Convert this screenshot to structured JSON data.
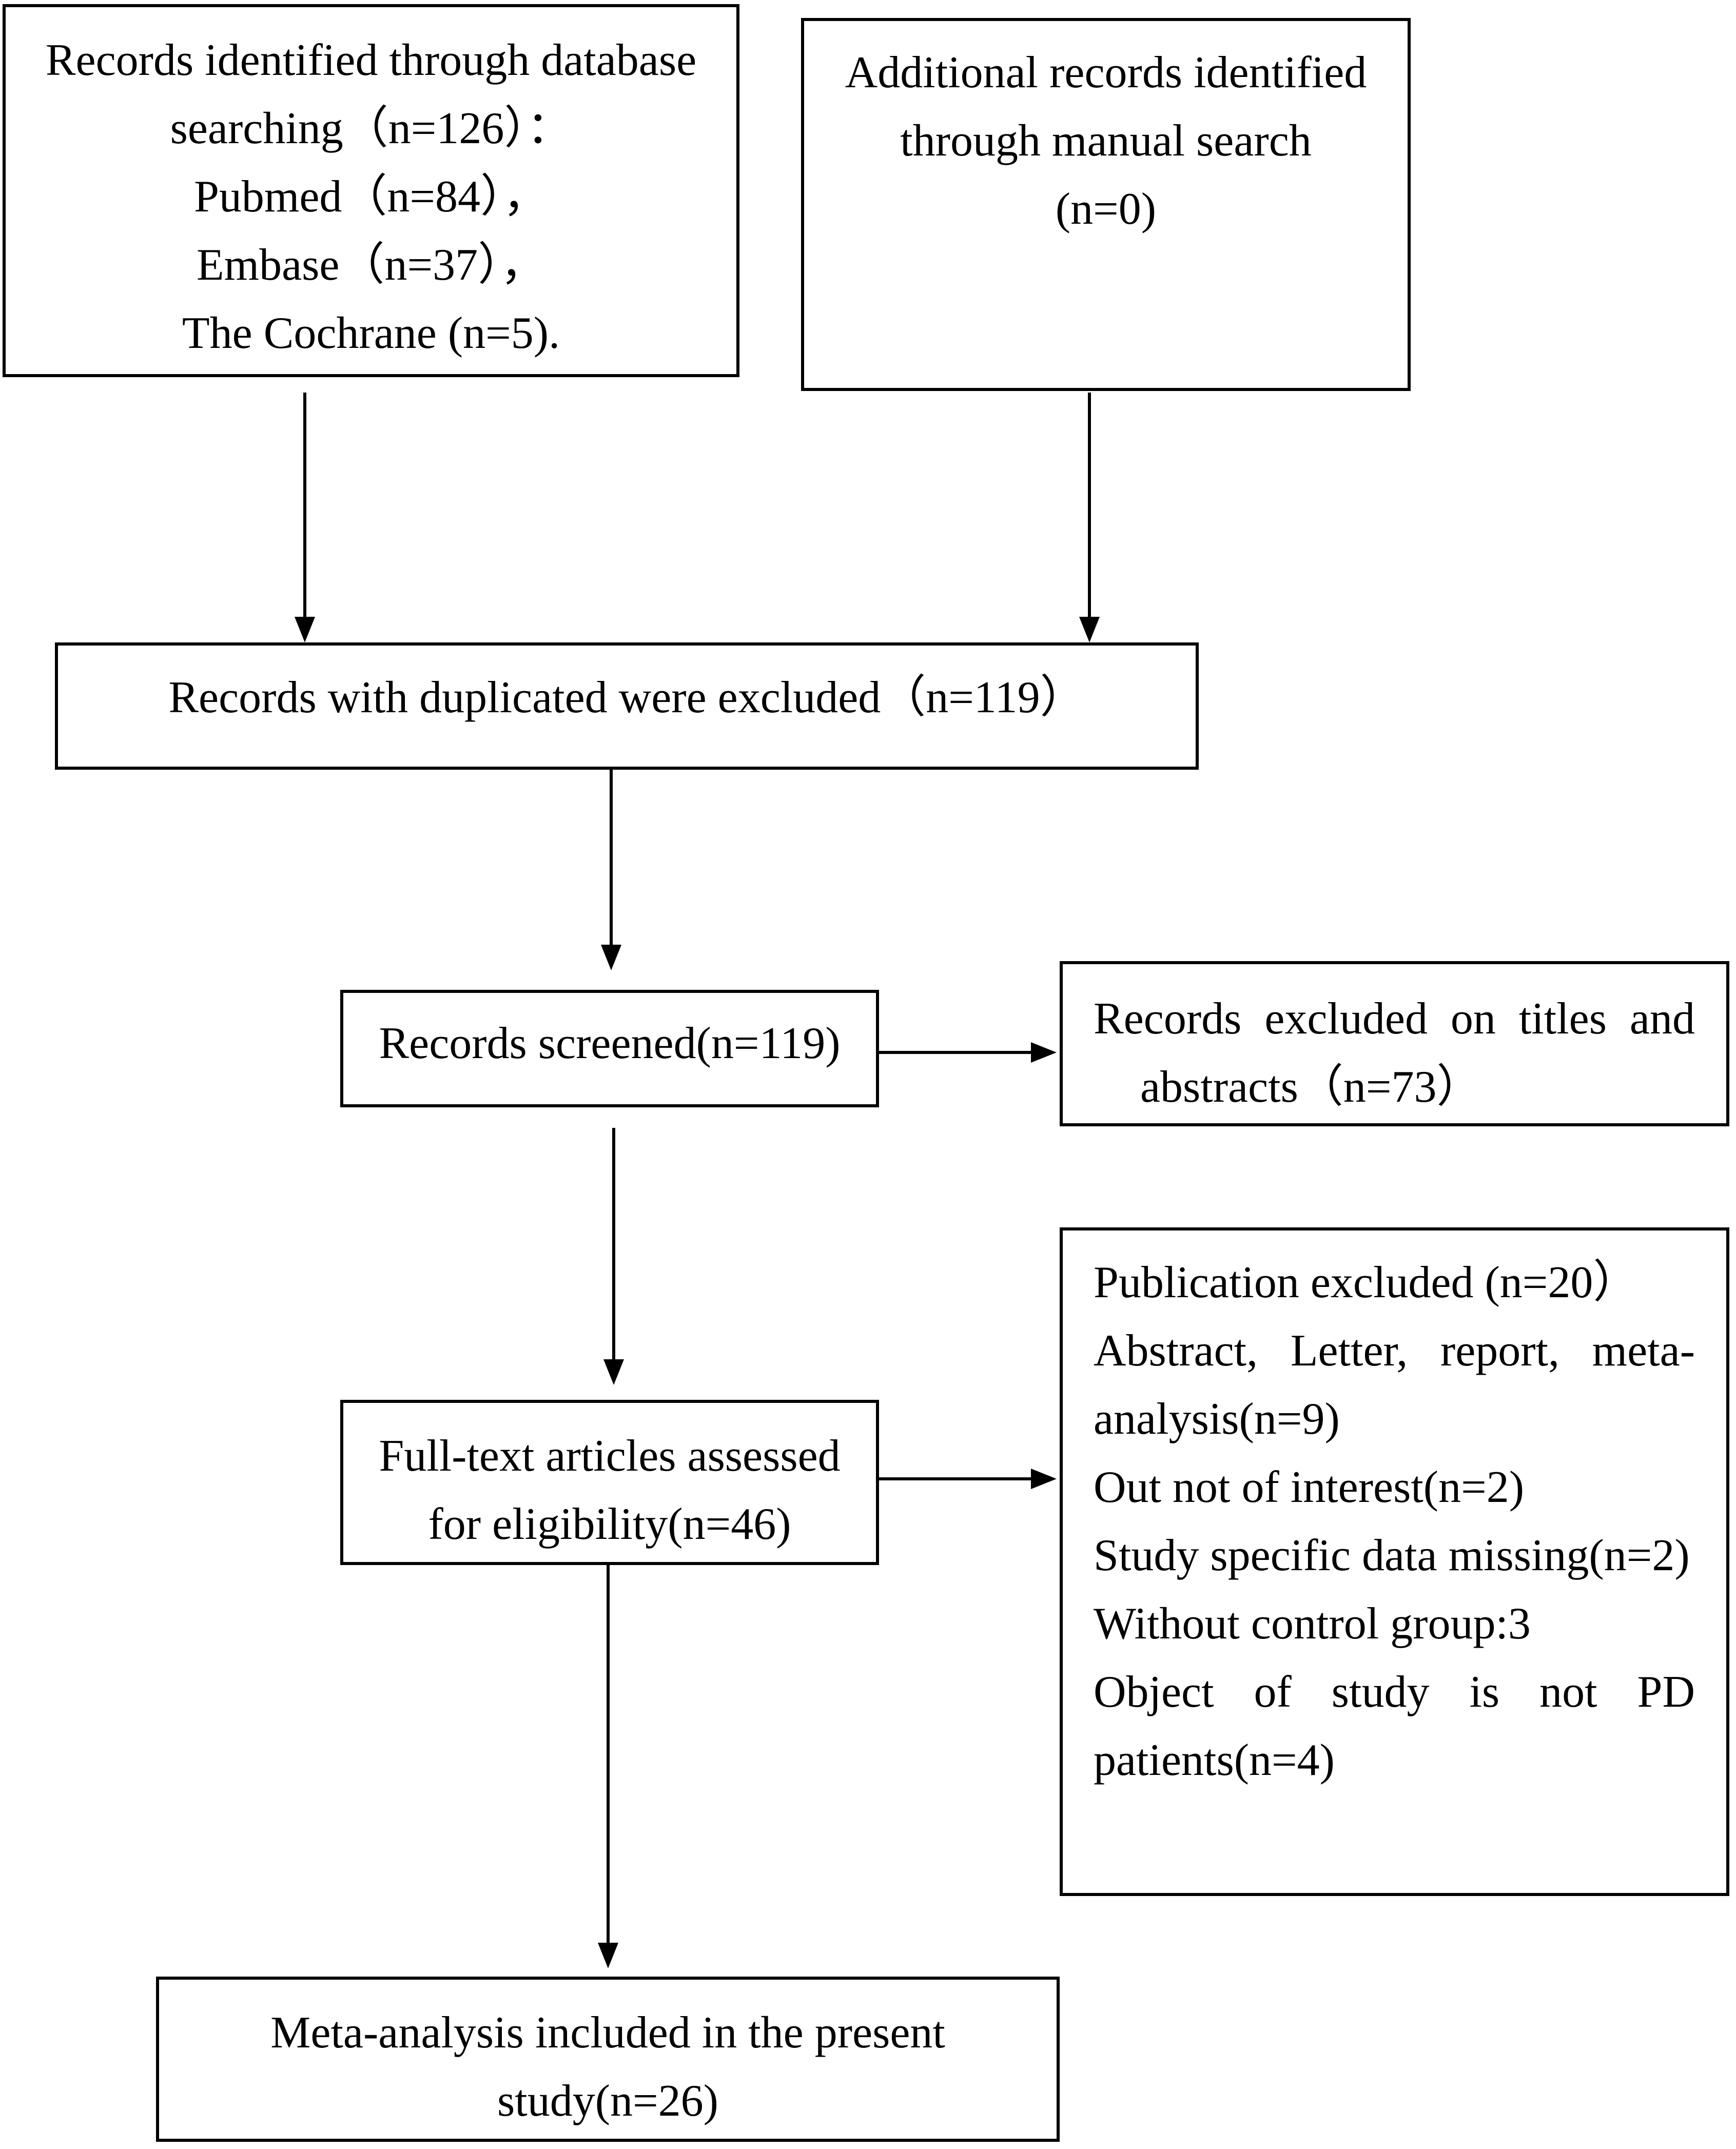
{
  "colors": {
    "background": "#ffffff",
    "stroke": "#000000",
    "text": "#000000"
  },
  "nodes": {
    "database_search": {
      "lines": [
        "Records identified through database",
        "searching（n=126）：",
        "Pubmed（n=84），",
        "Embase（n=37），",
        "The Cochrane (n=5)."
      ]
    },
    "manual_search": {
      "lines": [
        "Additional records identified",
        "through manual search",
        "(n=0)"
      ]
    },
    "duplicates_excluded": {
      "lines": [
        "Records with duplicated were excluded（n=119）"
      ]
    },
    "records_screened": {
      "lines": [
        "Records screened(n=119)"
      ]
    },
    "excluded_titles_abstracts": {
      "lines": [
        "Records excluded on titles and",
        "abstracts（n=73）"
      ]
    },
    "full_text_assessed": {
      "lines": [
        "Full-text articles assessed",
        "for eligibility(n=46)"
      ]
    },
    "publication_excluded": {
      "lines": [
        "Publication excluded (n=20）",
        "Abstract, Letter, report, meta-",
        "analysis(n=9)",
        "Out not of interest(n=2)",
        "Study specific data missing(n=2)",
        "Without control group:3",
        "Object of study is not PD",
        "patients(n=4)"
      ]
    },
    "meta_analysis_included": {
      "lines": [
        "Meta-analysis included in the present",
        "study(n=26)"
      ]
    }
  }
}
